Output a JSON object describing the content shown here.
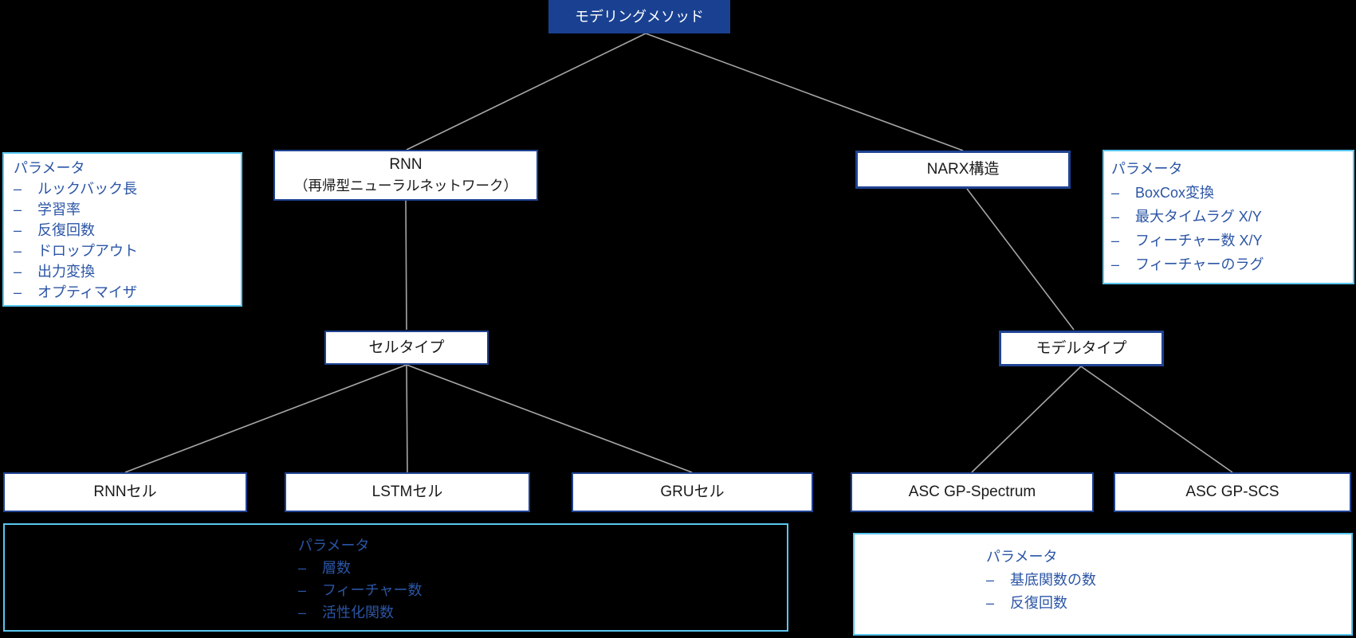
{
  "diagram": {
    "root": {
      "label": "モデリングメソッド"
    },
    "rnn": {
      "label": "RNN",
      "sublabel": "（再帰型ニューラルネットワーク）"
    },
    "narx": {
      "label": "NARX構造"
    },
    "cell_type": {
      "label": "セルタイプ"
    },
    "model_type": {
      "label": "モデルタイプ"
    },
    "cells": [
      {
        "label": "RNNセル"
      },
      {
        "label": "LSTMセル"
      },
      {
        "label": "GRUセル"
      }
    ],
    "asc_models": [
      {
        "label": "ASC GP-Spectrum"
      },
      {
        "label": "ASC GP-SCS"
      }
    ],
    "params": {
      "rnn": {
        "title": "パラメータ",
        "items": [
          "ルックバック長",
          "学習率",
          "反復回数",
          "ドロップアウト",
          "出力変換",
          "オプティマイザ"
        ]
      },
      "narx": {
        "title": "パラメータ",
        "items": [
          "BoxCox変換",
          "最大タイムラグ X/Y",
          "フィーチャー数 X/Y",
          "フィーチャーのラグ"
        ]
      },
      "cell": {
        "title": "パラメータ",
        "items": [
          "層数",
          "フィーチャー数",
          "活性化関数"
        ]
      },
      "asc": {
        "title": "パラメータ",
        "items": [
          "基底関数の数",
          "反復回数"
        ]
      }
    },
    "dash": "–"
  },
  "colors": {
    "background": "#000000",
    "root_fill": "#1a4191",
    "node_border": "#1f4393",
    "node_text": "#1a1a1a",
    "param_border": "#58c6ef",
    "param_text": "#2b55a5",
    "connector": "#a6a6a6"
  }
}
